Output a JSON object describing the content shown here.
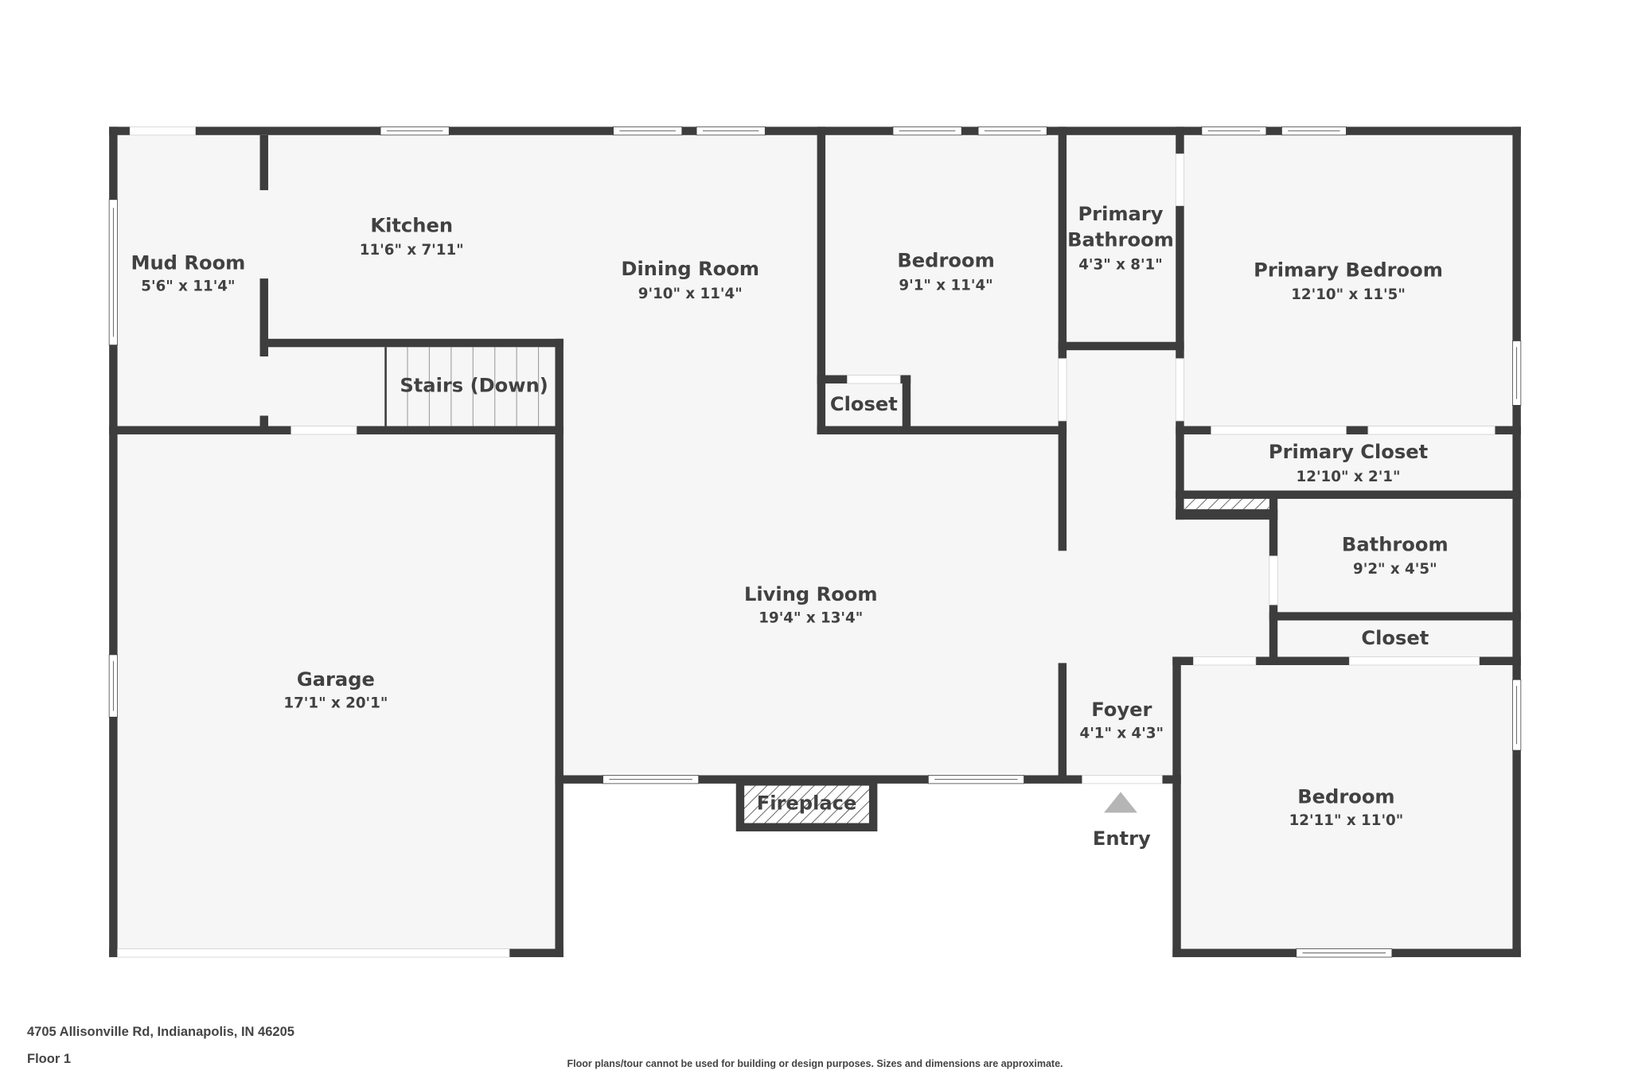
{
  "colors": {
    "wall": "#3d3d3d",
    "floor": "#f6f6f6",
    "text": "#414141",
    "entry_marker": "#b5b5b5",
    "opening": "#ffffff"
  },
  "rooms": [
    {
      "id": "mud-room",
      "name": "Mud Room",
      "dims": "5'6\" x 11'4\""
    },
    {
      "id": "kitchen",
      "name": "Kitchen",
      "dims": "11'6\" x 7'11\""
    },
    {
      "id": "dining-room",
      "name": "Dining Room",
      "dims": "9'10\" x 11'4\""
    },
    {
      "id": "bedroom-1",
      "name": "Bedroom",
      "dims": "9'1\" x 11'4\""
    },
    {
      "id": "primary-bathroom",
      "name_line1": "Primary",
      "name_line2": "Bathroom",
      "dims": "4'3\" x 8'1\""
    },
    {
      "id": "primary-bedroom",
      "name": "Primary Bedroom",
      "dims": "12'10\" x 11'5\""
    },
    {
      "id": "stairs",
      "name": "Stairs (Down)"
    },
    {
      "id": "closet-1",
      "name": "Closet"
    },
    {
      "id": "primary-closet",
      "name": "Primary Closet",
      "dims": "12'10\" x 2'1\""
    },
    {
      "id": "bathroom",
      "name": "Bathroom",
      "dims": "9'2\" x 4'5\""
    },
    {
      "id": "living-room",
      "name": "Living Room",
      "dims": "19'4\" x 13'4\""
    },
    {
      "id": "closet-2",
      "name": "Closet"
    },
    {
      "id": "garage",
      "name": "Garage",
      "dims": "17'1\" x 20'1\""
    },
    {
      "id": "foyer",
      "name": "Foyer",
      "dims": "4'1\" x 4'3\""
    },
    {
      "id": "bedroom-2",
      "name": "Bedroom",
      "dims": "12'11\" x 11'0\""
    },
    {
      "id": "fireplace",
      "name": "Fireplace"
    }
  ],
  "entry": {
    "label": "Entry",
    "icon": "triangle-up"
  },
  "footer": {
    "address": "4705 Allisonville Rd, Indianapolis, IN 46205",
    "floor": "Floor 1",
    "disclaimer": "Floor plans/tour cannot be used for building or design purposes. Sizes and dimensions are approximate."
  }
}
